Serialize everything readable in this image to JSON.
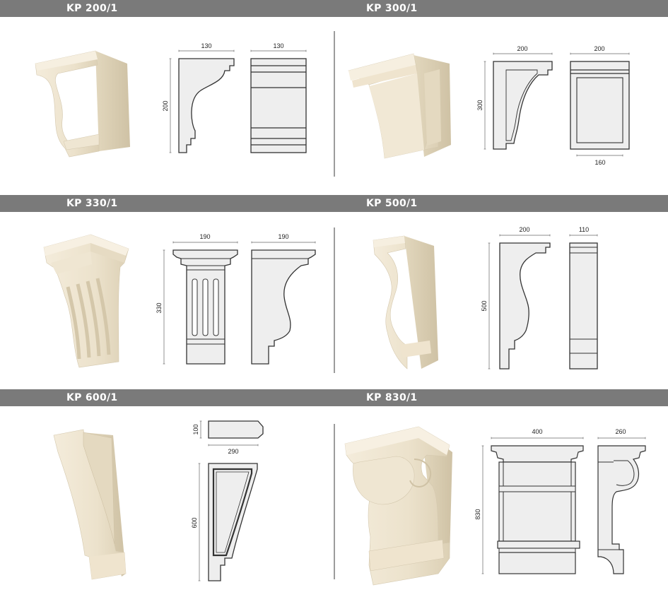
{
  "colors": {
    "header_bar": "#7a7a7a",
    "header_text": "#ffffff",
    "cream": "#efe6d3",
    "cream_shadow": "#d7ccb2",
    "drawing_fill": "#eeeeee",
    "drawing_stroke": "#333333"
  },
  "products": [
    {
      "code": "KP 200/1",
      "dims": {
        "width": "130",
        "side_width": "130",
        "height": "200"
      }
    },
    {
      "code": "KP 300/1",
      "dims": {
        "width": "200",
        "side_width": "200",
        "height": "300",
        "inner_width": "160"
      }
    },
    {
      "code": "KP 330/1",
      "dims": {
        "width": "190",
        "side_width": "190",
        "height": "330"
      }
    },
    {
      "code": "KP 500/1",
      "dims": {
        "width": "200",
        "side_width": "110",
        "height": "500"
      }
    },
    {
      "code": "KP 600/1",
      "dims": {
        "depth": "100",
        "width": "290",
        "height": "600"
      }
    },
    {
      "code": "KP 830/1",
      "dims": {
        "width": "400",
        "side_width": "260",
        "height": "830"
      }
    }
  ]
}
